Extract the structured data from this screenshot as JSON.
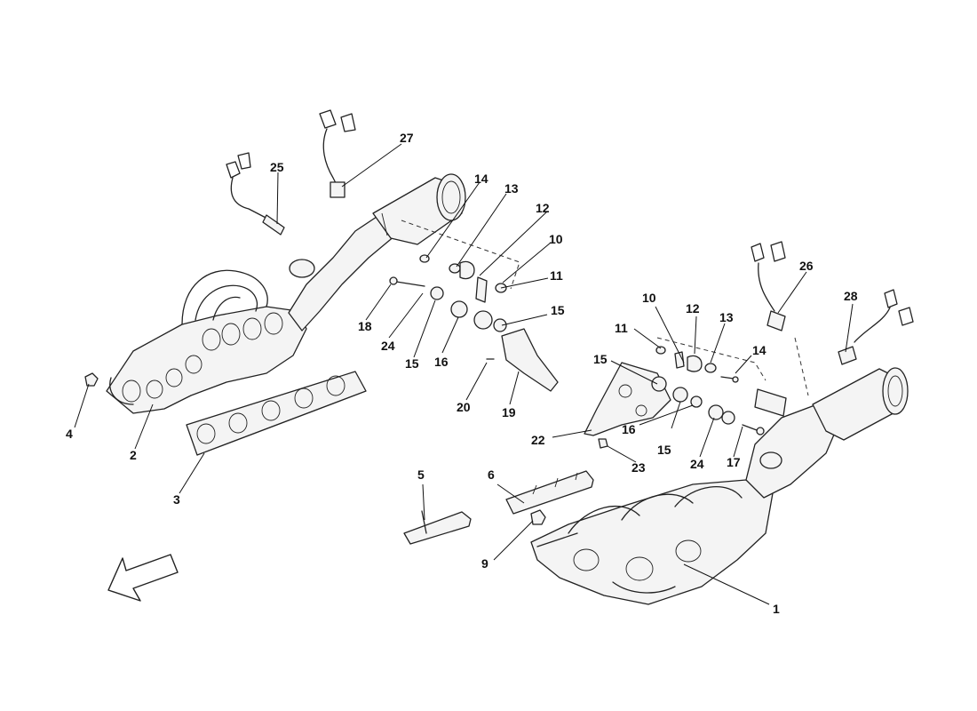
{
  "callouts": {
    "c1": "1",
    "c2": "2",
    "c3": "3",
    "c4": "4",
    "c5": "5",
    "c6": "6",
    "c9": "9",
    "c10a": "10",
    "c10b": "10",
    "c11a": "11",
    "c11b": "11",
    "c12a": "12",
    "c12b": "12",
    "c13a": "13",
    "c13b": "13",
    "c14a": "14",
    "c14b": "14",
    "c15a": "15",
    "c15b": "15",
    "c15c": "15",
    "c15d": "15",
    "c16a": "16",
    "c16b": "16",
    "c17": "17",
    "c18": "18",
    "c19": "19",
    "c20": "20",
    "c22": "22",
    "c23": "23",
    "c24a": "24",
    "c24b": "24",
    "c25": "25",
    "c26": "26",
    "c27": "27",
    "c28": "28"
  },
  "icons": {
    "direction_arrow": "front-direction-arrow-icon"
  }
}
